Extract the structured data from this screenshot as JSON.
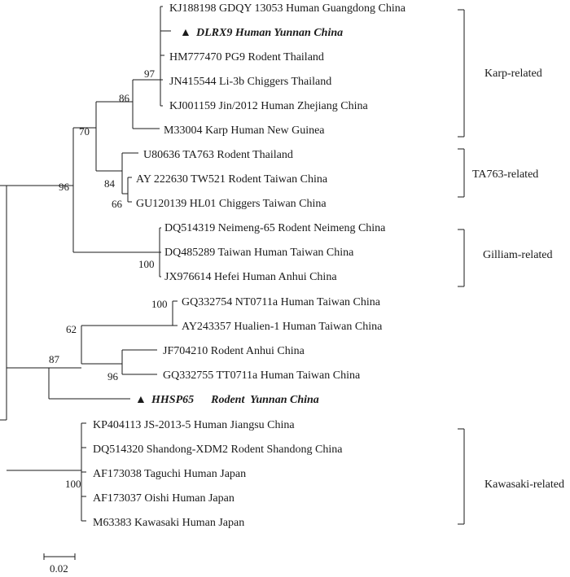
{
  "leaves": [
    {
      "label": "KJ188198 GDQY 13053 Human Guangdong China"
    },
    {
      "label": "DLRX9  Human Yunnan China",
      "highlight": true,
      "marker": "▲"
    },
    {
      "label": "HM777470 PG9 Rodent Thailand"
    },
    {
      "label": "JN415544 Li-3b Chiggers Thailand"
    },
    {
      "label": "KJ001159 Jin/2012 Human Zhejiang China"
    },
    {
      "label": "M33004 Karp Human New Guinea"
    },
    {
      "label": "U80636 TA763 Rodent Thailand"
    },
    {
      "label": "AY 222630 TW521 Rodent Taiwan China"
    },
    {
      "label": "GU120139 HL01 Chiggers Taiwan China"
    },
    {
      "label": "DQ514319 Neimeng-65 Rodent Neimeng China"
    },
    {
      "label": "DQ485289 Taiwan Human Taiwan China"
    },
    {
      "label": "JX976614 Hefei Human Anhui China"
    },
    {
      "label": "GQ332754 NT0711a Human Taiwan China"
    },
    {
      "label": "AY243357 Hualien-1 Human Taiwan China"
    },
    {
      "label": "JF704210  Rodent Anhui China"
    },
    {
      "label": "GQ332755 TT0711a Human Taiwan China"
    },
    {
      "label": "HHSP65      Rodent  Yunnan China",
      "highlight": true,
      "marker": "▲"
    },
    {
      "label": "KP404113 JS-2013-5 Human Jiangsu China"
    },
    {
      "label": "DQ514320 Shandong-XDM2 Rodent Shandong China"
    },
    {
      "label": "AF173038 Taguchi Human Japan"
    },
    {
      "label": "AF173037 Oishi Human Japan"
    },
    {
      "label": "M63383 Kawasaki Human Japan"
    }
  ],
  "bootstrap": [
    "97",
    "86",
    "70",
    "84",
    "66",
    "96",
    "100",
    "100",
    "62",
    "96",
    "87",
    "100"
  ],
  "groups": [
    {
      "label": "Karp-related"
    },
    {
      "label": "TA763-related"
    },
    {
      "label": "Gilliam-related"
    },
    {
      "label": "Kawasaki-related"
    }
  ],
  "scale": {
    "label": "0.02"
  }
}
